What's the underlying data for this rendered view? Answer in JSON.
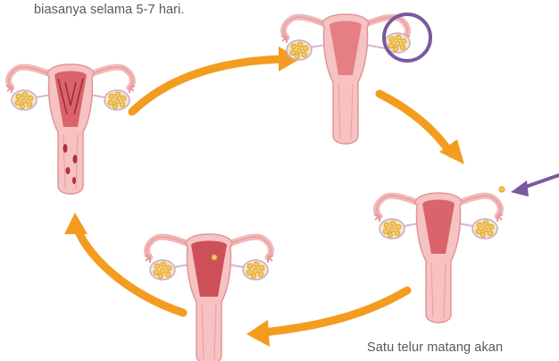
{
  "captions": {
    "top_left": "biasanya selama 5-7 hari.",
    "bottom_right": "Satu telur matang akan"
  },
  "colors": {
    "arrow_orange": "#f39c1f",
    "highlight_purple": "#7a5a9e",
    "tissue_pink": "#f2b9b9",
    "lining_red": "#d4545c",
    "ovary_yellow": "#f6c855"
  },
  "stages": [
    {
      "name": "menstruation",
      "lining": "shedding"
    },
    {
      "name": "follicle-growth",
      "highlight": "circle-right-ovary"
    },
    {
      "name": "ovulation",
      "highlight": "arrow-right-ovary"
    },
    {
      "name": "egg-in-uterus",
      "lining": "thick"
    }
  ]
}
